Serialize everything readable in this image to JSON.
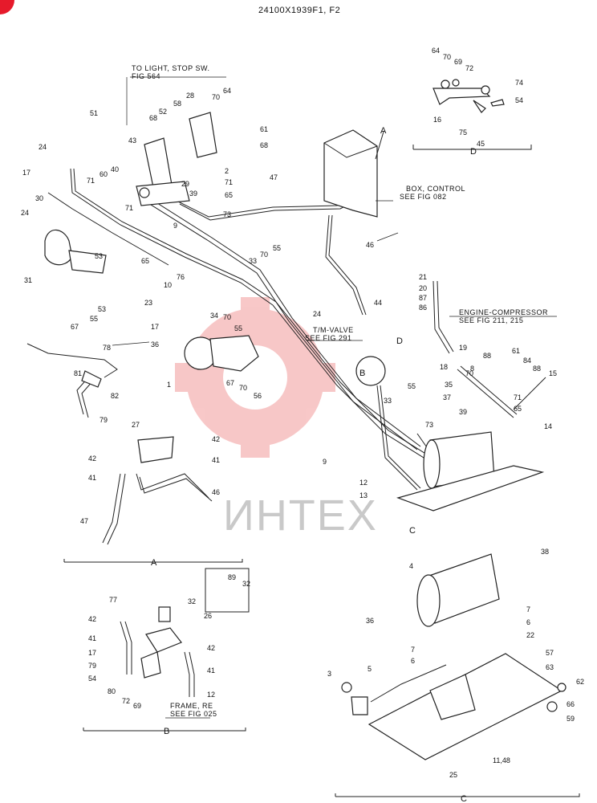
{
  "title": "24100X1939F1, F2",
  "watermark": "ИНТЕХ",
  "notes": {
    "to_light": "TO LIGHT, STOP SW.",
    "fig564": "FIG 564",
    "box_control": "BOX, CONTROL",
    "fig082": "SEE FIG 082",
    "tm_valve": "T/M-VALVE",
    "fig291": "SEE FIG 291",
    "engine_compressor": "ENGINE-COMPRESSOR",
    "fig211": "SEE FIG 211, 215",
    "frame_re": "FRAME, RE",
    "fig025": "SEE FIG 025"
  },
  "sections": {
    "A": "A",
    "B": "B",
    "C": "C",
    "D": "D"
  },
  "callouts": [
    "64",
    "70",
    "69",
    "72",
    "74",
    "54",
    "16",
    "75",
    "45",
    "51",
    "43",
    "52",
    "58",
    "28",
    "70",
    "64",
    "68",
    "61",
    "68",
    "24",
    "17",
    "30",
    "40",
    "60",
    "71",
    "29",
    "39",
    "2",
    "71",
    "65",
    "73",
    "9",
    "24",
    "31",
    "53",
    "71",
    "65",
    "47",
    "46",
    "33",
    "70",
    "55",
    "10",
    "76",
    "34",
    "70",
    "55",
    "36",
    "17",
    "78",
    "1",
    "67",
    "70",
    "56",
    "81",
    "82",
    "79",
    "24",
    "44",
    "21",
    "20",
    "87",
    "86",
    "19",
    "18",
    "8",
    "88",
    "61",
    "84",
    "88",
    "15",
    "35",
    "70",
    "71",
    "65",
    "37",
    "39",
    "55",
    "33",
    "14",
    "73",
    "9",
    "12",
    "13",
    "27",
    "42",
    "42",
    "41",
    "41",
    "46",
    "47",
    "4",
    "38",
    "36",
    "7",
    "6",
    "22",
    "7",
    "6",
    "3",
    "5",
    "57",
    "63",
    "62",
    "66",
    "59",
    "25",
    "11,48",
    "89",
    "32",
    "77",
    "32",
    "26",
    "42",
    "41",
    "17",
    "79",
    "54",
    "42",
    "41",
    "80",
    "72",
    "69",
    "12",
    "67",
    "55",
    "53",
    "23"
  ]
}
